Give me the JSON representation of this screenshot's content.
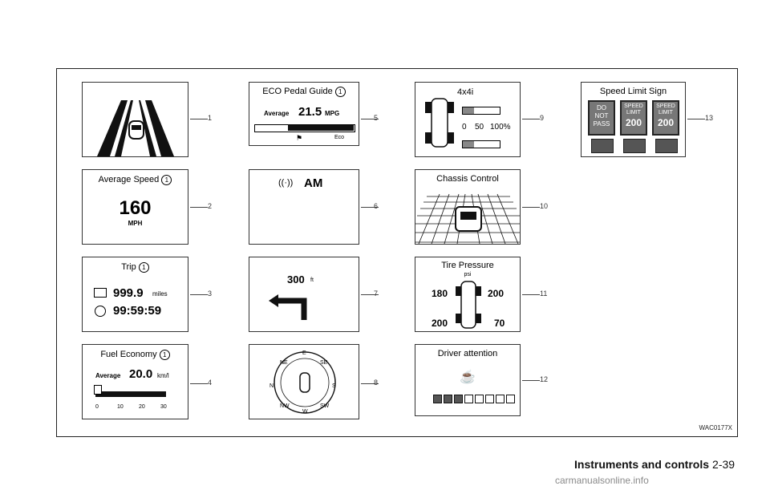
{
  "items": [
    {
      "number": "1"
    },
    {
      "number": "2",
      "title": "Average Speed",
      "value": "160",
      "unit": "MPH"
    },
    {
      "number": "3",
      "title": "Trip",
      "distance": "999.9",
      "distance_unit": "miles",
      "time": "99:59:59"
    },
    {
      "number": "4",
      "title": "Fuel Economy",
      "average_label": "Average",
      "value": "20.0",
      "unit": "km/l",
      "ticks": [
        "0",
        "10",
        "20",
        "30"
      ],
      "level_fraction": 0.03
    },
    {
      "number": "5",
      "title": "ECO Pedal Guide",
      "average_label": "Average",
      "value": "21.5",
      "unit": "MPG",
      "scale_end_label": "Eco"
    },
    {
      "number": "6",
      "band": "AM"
    },
    {
      "number": "7",
      "distance": "300",
      "unit": "ft"
    },
    {
      "number": "8",
      "compass": [
        "N",
        "NE",
        "E",
        "SE",
        "S",
        "SW",
        "W",
        "NW"
      ]
    },
    {
      "number": "9",
      "title": "4x4i",
      "scale_labels": [
        "0",
        "50",
        "100%"
      ]
    },
    {
      "number": "10",
      "title": "Chassis Control"
    },
    {
      "number": "11",
      "title": "Tire Pressure",
      "unit": "psi",
      "front_left": "180",
      "front_right": "200",
      "rear_left": "200",
      "rear_right": "70"
    },
    {
      "number": "12",
      "title": "Driver attention",
      "level_segments": 8
    },
    {
      "number": "13",
      "title": "Speed Limit Sign",
      "signs": [
        [
          "DO",
          "NOT",
          "PASS"
        ],
        [
          "SPEED",
          "LIMIT",
          "200"
        ],
        [
          "SPEED",
          "LIMIT",
          "200"
        ]
      ]
    }
  ],
  "figure_ref": "WAC0177X",
  "footer": {
    "section": "Instruments and controls",
    "page": "2-39"
  },
  "watermark": "carmanualsonline.info",
  "colors": {
    "ink": "#000000",
    "frame": "#222222",
    "gray": "#888888"
  }
}
